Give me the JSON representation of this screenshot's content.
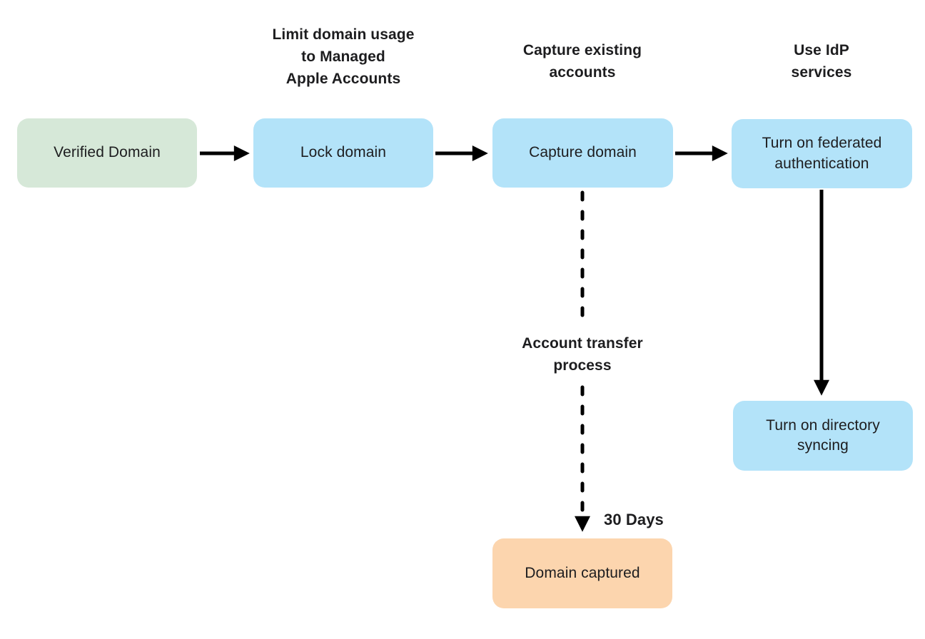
{
  "diagram": {
    "colors": {
      "canvas-bg": "#ffffff",
      "node-green": "#d6e8d8",
      "node-blue": "#b3e3f9",
      "node-orange": "#fcd5ae",
      "arrow-black": "#000000",
      "text-dark": "#1d1d1f"
    },
    "nodes": [
      {
        "id": "verified-domain",
        "label": "Verified Domain",
        "color": "green"
      },
      {
        "id": "lock-domain",
        "label": "Lock domain",
        "color": "blue"
      },
      {
        "id": "capture-domain",
        "label": "Capture domain",
        "color": "blue"
      },
      {
        "id": "turn-on-federated-authentication",
        "label": "Turn on federated authentication",
        "color": "blue"
      },
      {
        "id": "turn-on-directory-syncing",
        "label": "Turn on directory syncing",
        "color": "blue"
      },
      {
        "id": "domain-captured",
        "label": "Domain captured",
        "color": "orange"
      }
    ],
    "annotations": [
      {
        "for": "lock-domain",
        "lines": [
          "Limit domain usage",
          "to Managed",
          "Apple Accounts"
        ]
      },
      {
        "for": "capture-domain",
        "lines": [
          "Capture existing",
          "accounts"
        ]
      },
      {
        "for": "turn-on-federated-authentication",
        "lines": [
          "Use IdP",
          "services"
        ]
      },
      {
        "for": "capture-domain-to-domain-captured",
        "lines": [
          "Account transfer",
          "process"
        ]
      }
    ],
    "edge_labels": {
      "thirty_days": "30 Days"
    },
    "edges": [
      {
        "from": "verified-domain",
        "to": "lock-domain",
        "style": "solid"
      },
      {
        "from": "lock-domain",
        "to": "capture-domain",
        "style": "solid"
      },
      {
        "from": "capture-domain",
        "to": "turn-on-federated-authentication",
        "style": "solid"
      },
      {
        "from": "capture-domain",
        "to": "domain-captured",
        "style": "dashed"
      },
      {
        "from": "turn-on-federated-authentication",
        "to": "turn-on-directory-syncing",
        "style": "solid"
      }
    ]
  }
}
